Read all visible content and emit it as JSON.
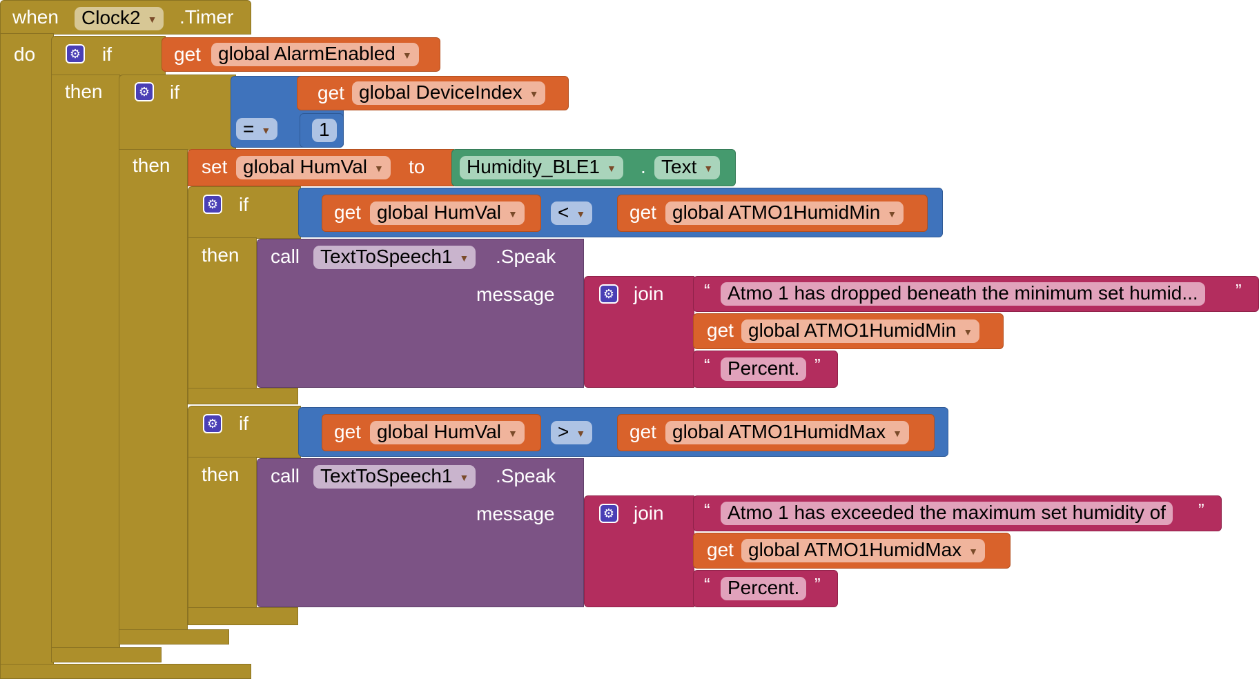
{
  "event": {
    "when": "when",
    "component": "Clock2",
    "event": ".Timer",
    "do": "do"
  },
  "if1": {
    "if": "if",
    "then": "then",
    "get": "get",
    "var": "global AlarmEnabled"
  },
  "if2": {
    "if": "if",
    "then": "then",
    "get": "get",
    "var": "global DeviceIndex",
    "op": "=",
    "num": "1"
  },
  "set": {
    "set": "set",
    "var": "global HumVal",
    "to": "to",
    "component": "Humidity_BLE1",
    "dot": ".",
    "prop": "Text"
  },
  "if3": {
    "if": "if",
    "then": "then",
    "get_l": "get",
    "var_l": "global HumVal",
    "op": "<",
    "get_r": "get",
    "var_r": "global ATMO1HumidMin"
  },
  "call1": {
    "call": "call",
    "component": "TextToSpeech1",
    "method": ".Speak",
    "message": "message",
    "join": "join",
    "text1": "Atmo 1 has dropped beneath the minimum set humid...",
    "get": "get",
    "var": "global ATMO1HumidMin",
    "text2": "Percent."
  },
  "if4": {
    "if": "if",
    "then": "then",
    "get_l": "get",
    "var_l": "global HumVal",
    "op": ">",
    "get_r": "get",
    "var_r": "global ATMO1HumidMax"
  },
  "call2": {
    "call": "call",
    "component": "TextToSpeech1",
    "method": ".Speak",
    "message": "message",
    "join": "join",
    "text1": "Atmo 1 has exceeded the maximum set humidity of",
    "get": "get",
    "var": "global ATMO1HumidMax",
    "text2": "Percent."
  },
  "quote_open": "“",
  "quote_close": "”",
  "dropdown_arrow": "▼",
  "gear_icon": "⚙"
}
